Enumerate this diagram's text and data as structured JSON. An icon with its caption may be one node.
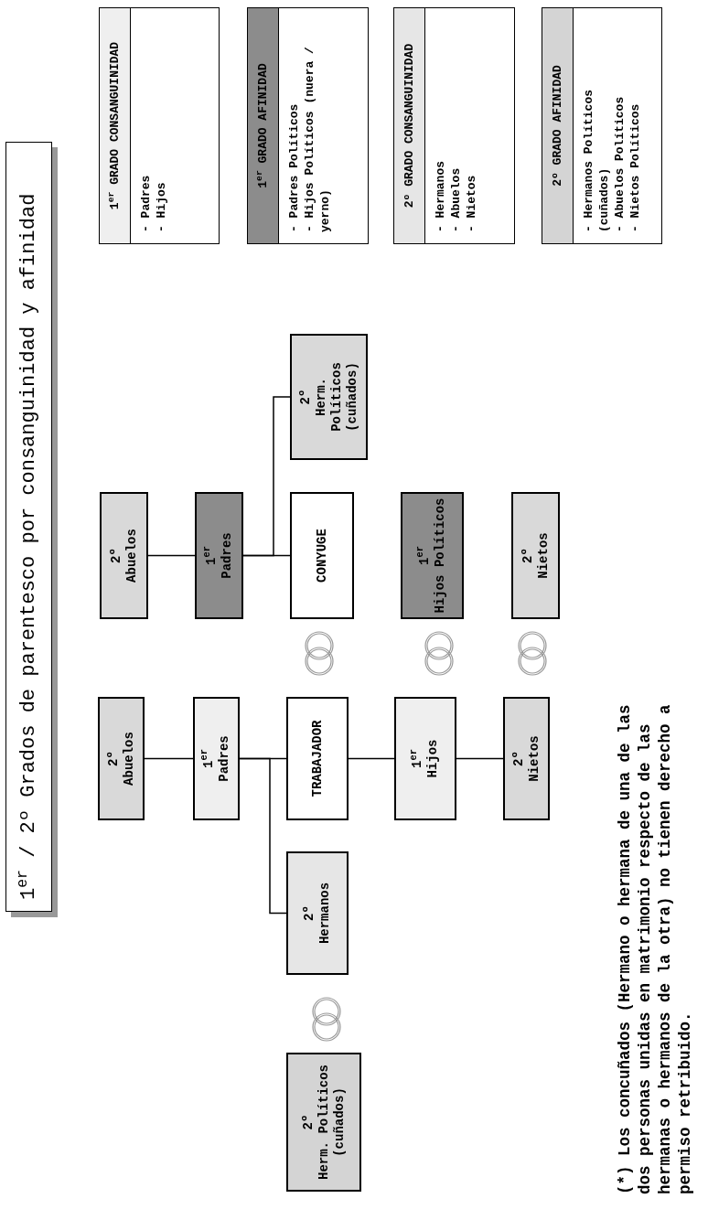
{
  "diagram": {
    "title": "1$^{er}$ / 2º Grados de parentesco por consanguinidad y afinidad",
    "nodes": [
      {
        "text": [
          "1$^{er}$ GRADO CONSANGUINIDAD",
          "- Padres",
          "- Hijos"
        ]
      },
      {
        "text": [
          "1$^{er}$ GRADO AFINIDAD",
          "- Padres Políticos",
          "- Hijos Políticos (nuera / yerno)"
        ]
      },
      {
        "text": [
          "2º GRADO CONSANGUINIDAD",
          "- Hermanos",
          "- Abuelos",
          "- Nietos"
        ]
      },
      {
        "text": [
          "2º GRADO AFINIDAD",
          "- Hermanos Políticos (cuñados)",
          "- Abuelos Políticos",
          "- Nietos Políticos"
        ]
      },
      {
        "text": [
          "2º",
          "Abuelos"
        ]
      },
      {
        "text": [
          "1$^{er}$",
          "Padres"
        ]
      },
      {
        "text": [
          "TRABAJADOR"
        ]
      },
      {
        "text": [
          "1$^{er}$",
          "Hijos"
        ]
      },
      {
        "text": [
          "2º",
          "Nietos"
        ]
      },
      {
        "text": [
          "2º",
          "Hermanos"
        ]
      },
      {
        "text": [
          "2º",
          "Herm. Políticos (cuñados)"
        ]
      },
      {
        "text": [
          "2º",
          "Abuelos"
        ]
      },
      {
        "text": [
          "1$^{er}$",
          "Padres"
        ]
      },
      {
        "text": [
          "CONYUGE"
        ]
      },
      {
        "text": [
          "1$^{er}$",
          "Hijos Políticos"
        ]
      },
      {
        "text": [
          "2º",
          "Nietos"
        ]
      },
      {
        "text": [
          "2º",
          "Herm. Políticos (cuñados)"
        ]
      }
    ],
    "edges": [
      {
        "from": 4,
        "to": 5,
        "arrow": "none"
      },
      {
        "from": 5,
        "to": 6,
        "arrow": "none"
      },
      {
        "from": 6,
        "to": 7,
        "arrow": "none"
      },
      {
        "from": 7,
        "to": 8,
        "arrow": "none"
      },
      {
        "from": 5,
        "to": 9,
        "arrow": "none"
      },
      {
        "from": 11,
        "to": 12,
        "arrow": "none"
      },
      {
        "from": 12,
        "to": 13,
        "arrow": "none"
      },
      {
        "from": 12,
        "to": 16,
        "arrow": "none"
      }
    ],
    "labels": [
      "(*) Los concuñados (Hermano o hermana de una de las dos personas unidas en matrimonio respecto de las hermanas o hermanos de la otra) no tienen derecho a permiso retribuido."
    ]
  }
}
